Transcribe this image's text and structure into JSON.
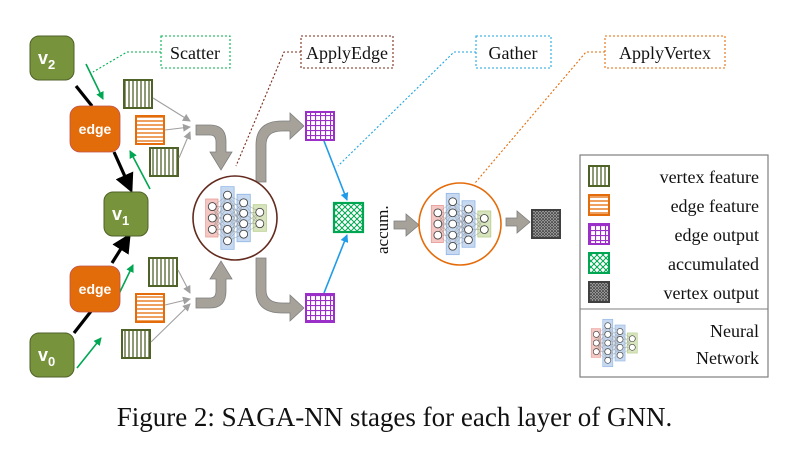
{
  "nodes": {
    "v2": "v",
    "v2_sub": "2",
    "v1": "v",
    "v1_sub": "1",
    "v0": "v",
    "v0_sub": "0"
  },
  "edge_label": "edge",
  "stages": {
    "scatter": "Scatter",
    "apply_edge": "ApplyEdge",
    "gather": "Gather",
    "apply_vertex": "ApplyVertex"
  },
  "accum_label": "accum.",
  "legend": {
    "vertex_feature": "vertex feature",
    "edge_feature": "edge feature",
    "edge_output": "edge output",
    "accumulated": "accumulated",
    "vertex_output": "vertex output",
    "nn_line1": "Neural",
    "nn_line2": "Network"
  },
  "caption": "Figure 2: SAGA-NN stages for each layer of GNN.",
  "colors": {
    "node_green": "#77933c",
    "edge_orange": "#e36c0a",
    "vertex_feature": "#4f6228",
    "edge_feature": "#e46c0a",
    "edge_output": "#9b30c8",
    "accumulated": "#00a651",
    "vertex_output": "#595959",
    "gray_arrow": "#a6a29a",
    "blue_arrow": "#1f9be8",
    "green_arrow": "#00a651",
    "scatter_border": "#00b050",
    "apply_edge_border": "#7b2b1a",
    "gather_border": "#1fa5e0",
    "apply_vertex_border": "#e46c0a"
  }
}
